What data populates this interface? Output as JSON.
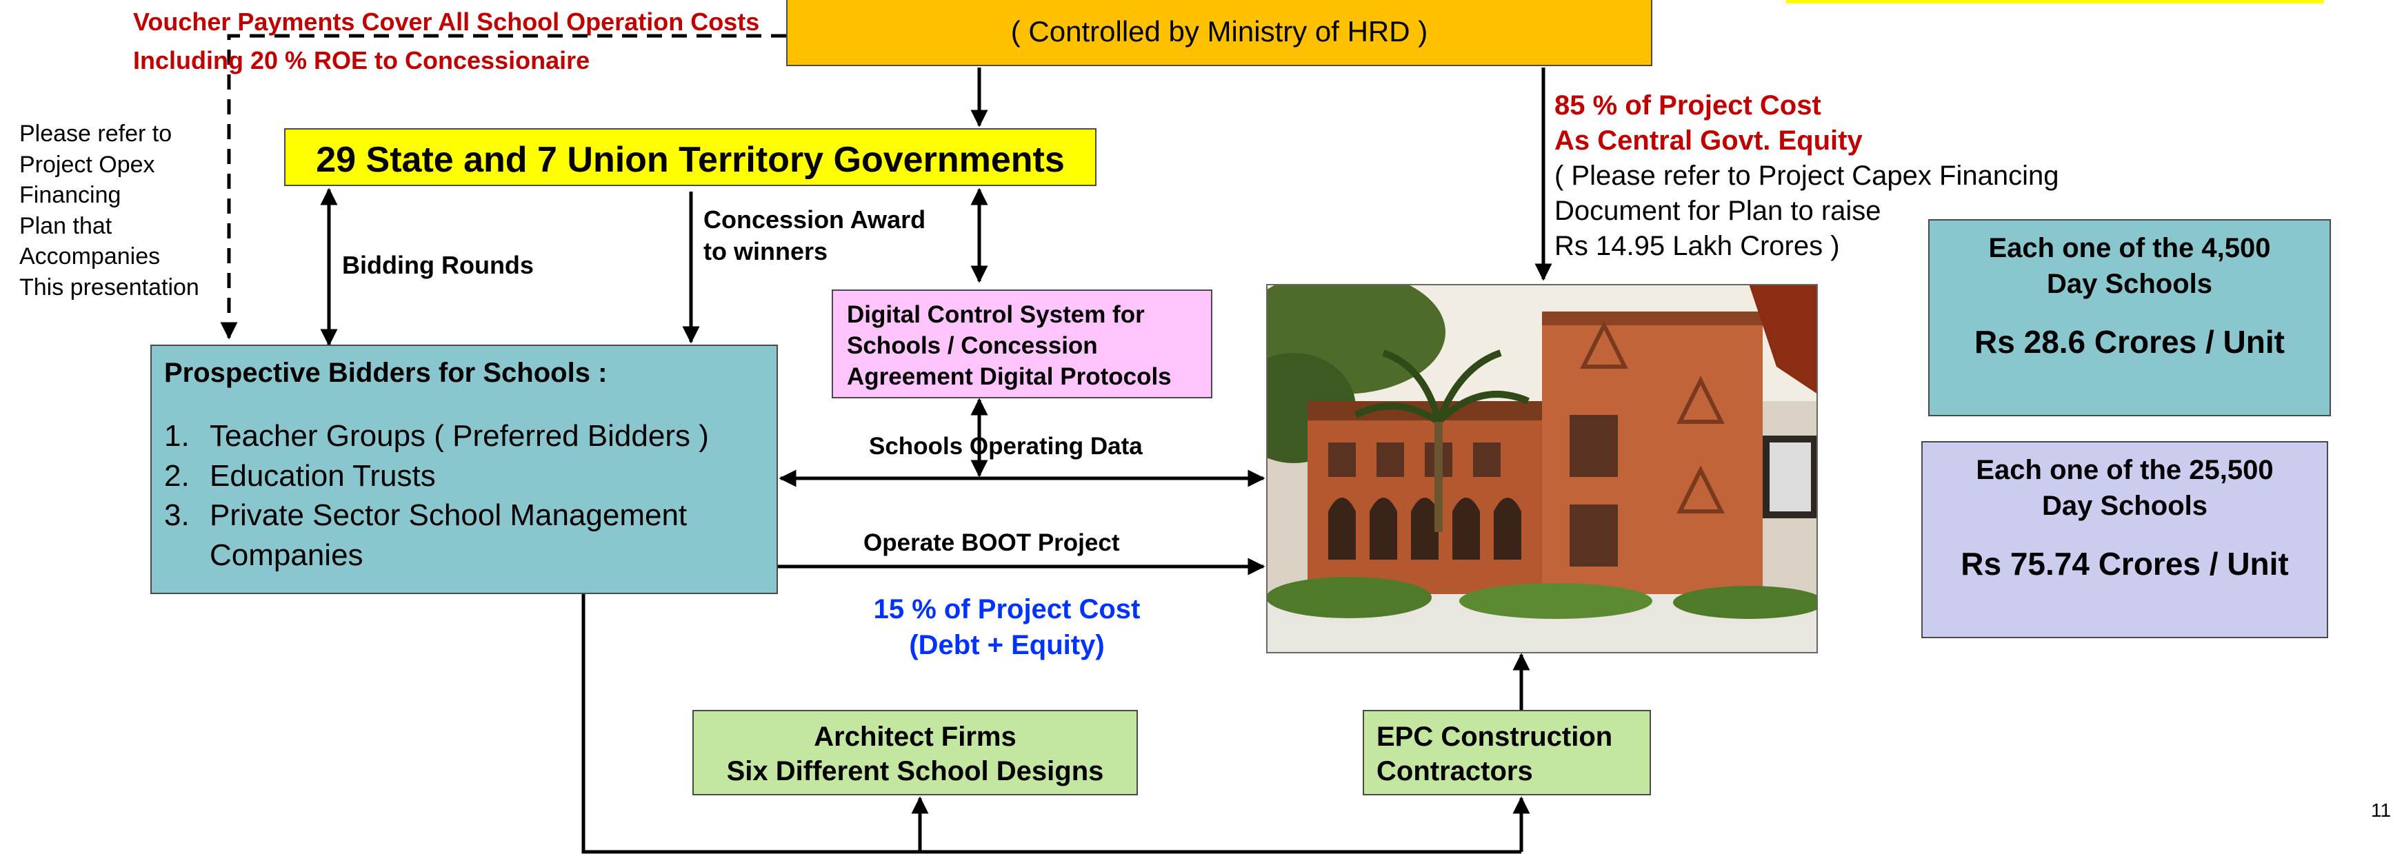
{
  "colors": {
    "ministry_box": "#ffc000",
    "governments_box": "#ffff00",
    "bidders_box": "#8ac6cd",
    "digital_box": "#ffc4fb",
    "architect_box": "#c3e6a1",
    "epc_box": "#c3e6a1",
    "unit_4500_box": "#8ac6cd",
    "unit_25500_box": "#ccccee",
    "red_text": "#c00000",
    "blue_text": "#0033ff"
  },
  "ministry": {
    "subtitle": "( Controlled by Ministry of HRD )"
  },
  "voucher_note": {
    "line1": "Voucher Payments Cover All School Operation Costs",
    "line2": "Including 20 % ROE to Concessionaire"
  },
  "opex_note": [
    "Please refer to",
    "Project Opex",
    "Financing",
    "Plan that",
    "Accompanies",
    "This presentation"
  ],
  "governments": {
    "title": "29 State and 7 Union Territory Governments"
  },
  "labels": {
    "bidding_rounds": "Bidding Rounds",
    "concession_award": [
      "Concession Award",
      "to winners"
    ],
    "schools_operating_data": "Schools Operating Data",
    "operate_boot": "Operate BOOT Project"
  },
  "digital_control": {
    "lines": [
      "Digital Control System for",
      "Schools / Concession",
      "Agreement Digital Protocols"
    ]
  },
  "bidders": {
    "title": "Prospective Bidders for Schools :",
    "items": [
      {
        "num": "1.",
        "text": "Teacher Groups ( Preferred Bidders )"
      },
      {
        "num": "2.",
        "text": "Education Trusts"
      },
      {
        "num": "3.",
        "text": "Private Sector School Management"
      }
    ],
    "item3_cont": "Companies"
  },
  "equity": {
    "line1": "85 % of Project Cost",
    "line2": "As Central Govt. Equity",
    "line3": "( Please refer to Project Capex Financing",
    "line4": "Document for Plan to raise",
    "line5": "Rs 14.95 Lakh Crores )"
  },
  "debt_equity": {
    "line1": "15 % of Project Cost",
    "line2": "(Debt + Equity)"
  },
  "unit_4500": {
    "line1": "Each one of the 4,500",
    "line2": "Day Schools",
    "cost": "Rs 28.6 Crores / Unit"
  },
  "unit_25500": {
    "line1": "Each one of the 25,500",
    "line2": "Day Schools",
    "cost": "Rs 75.74 Crores / Unit"
  },
  "architect": {
    "line1": "Architect Firms",
    "line2": "Six Different School Designs"
  },
  "epc": {
    "line1": "EPC Construction",
    "line2": "Contractors"
  },
  "page_number": "11",
  "photo": {
    "icon": "school-building-photo"
  }
}
